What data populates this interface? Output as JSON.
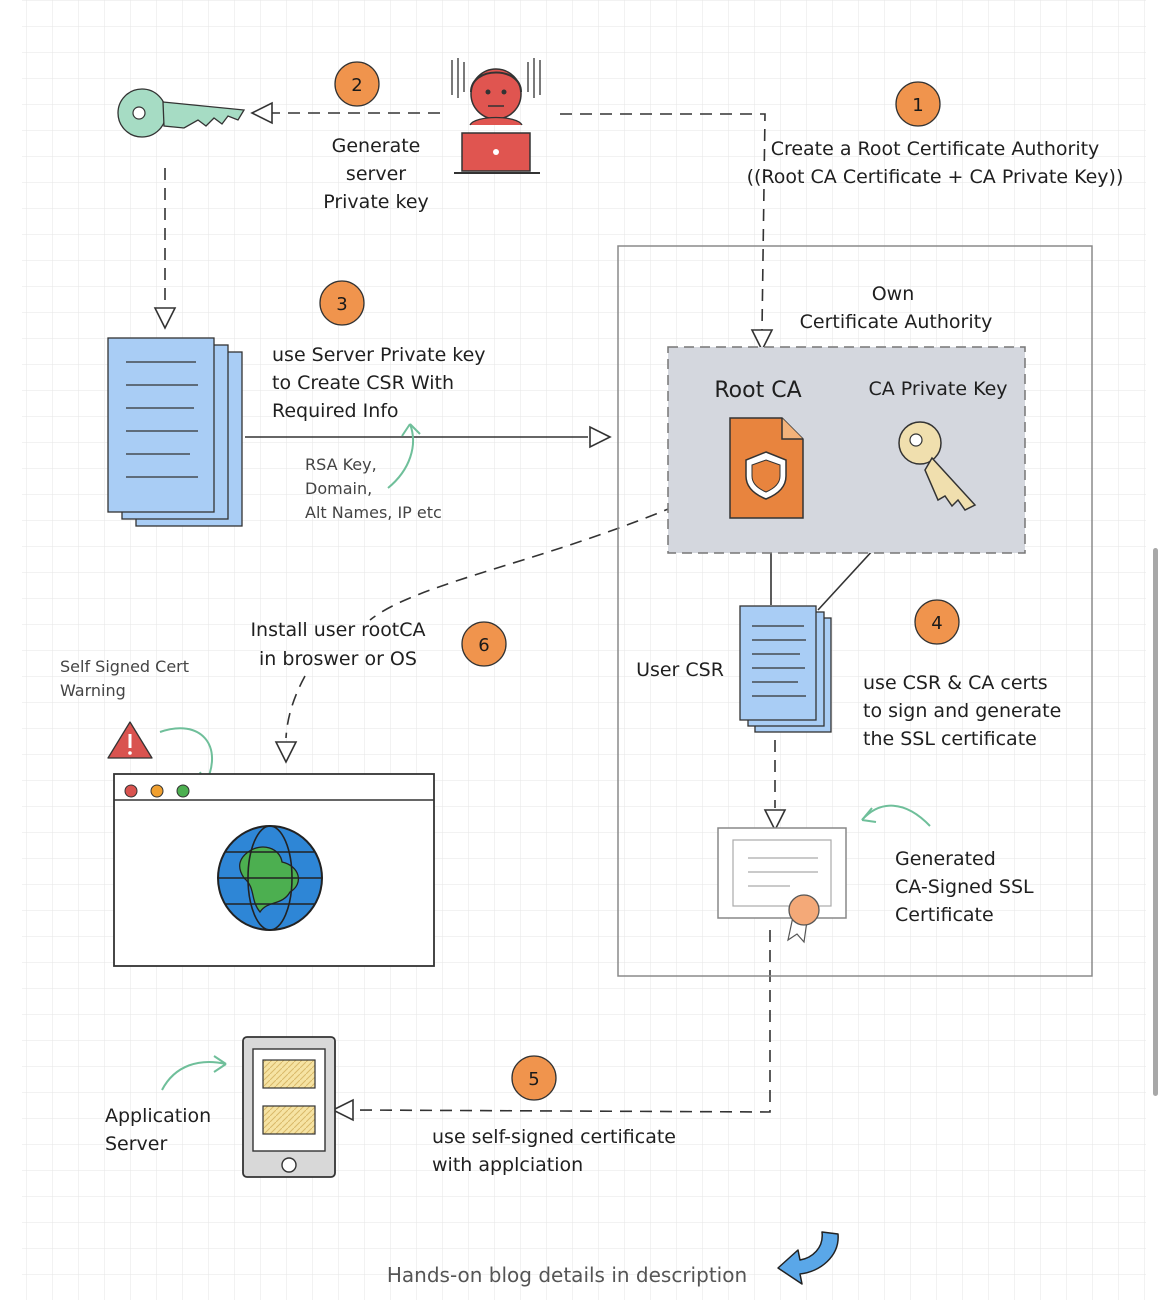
{
  "steps": {
    "s1": {
      "number": "1",
      "text": [
        "Create a Root Certificate Authority",
        "((Root CA Certificate + CA Private Key))"
      ]
    },
    "s2": {
      "number": "2",
      "text": [
        "Generate",
        "server",
        "Private key"
      ]
    },
    "s3": {
      "number": "3",
      "text": [
        "use Server Private key",
        "to Create CSR With",
        "Required Info"
      ]
    },
    "s4": {
      "number": "4",
      "text": [
        "use CSR & CA certs",
        "to sign and generate",
        "the SSL certificate"
      ]
    },
    "s5": {
      "number": "5",
      "text": [
        "use self-signed certificate",
        "with applciation"
      ]
    },
    "s6": {
      "number": "6",
      "text": [
        "Install user rootCA",
        "in broswer or OS"
      ]
    }
  },
  "csr_info": [
    "RSA Key,",
    "Domain,",
    "Alt Names, IP etc"
  ],
  "own_ca": [
    "Own",
    "Certificate Authority"
  ],
  "root_ca_label": "Root CA",
  "ca_private_key_label": "CA Private Key",
  "user_csr_label": "User CSR",
  "generated_cert": [
    "Generated",
    "CA-Signed SSL",
    "Certificate"
  ],
  "warning": [
    "Self Signed Cert",
    "Warning"
  ],
  "app_server": [
    "Application",
    "Server"
  ],
  "footer": "Hands-on blog details in description",
  "colors": {
    "step_badge": "#f0944d",
    "root_ca_doc": "#e8843e",
    "ca_key": "#f0dfae",
    "server_key": "#a6dcc4",
    "doc_blue": "#a9cdf5",
    "globe": "#2e86d6",
    "globe_land": "#4caf50",
    "warning": "#d9534f",
    "ca_box_fill": "#d4d7de"
  }
}
